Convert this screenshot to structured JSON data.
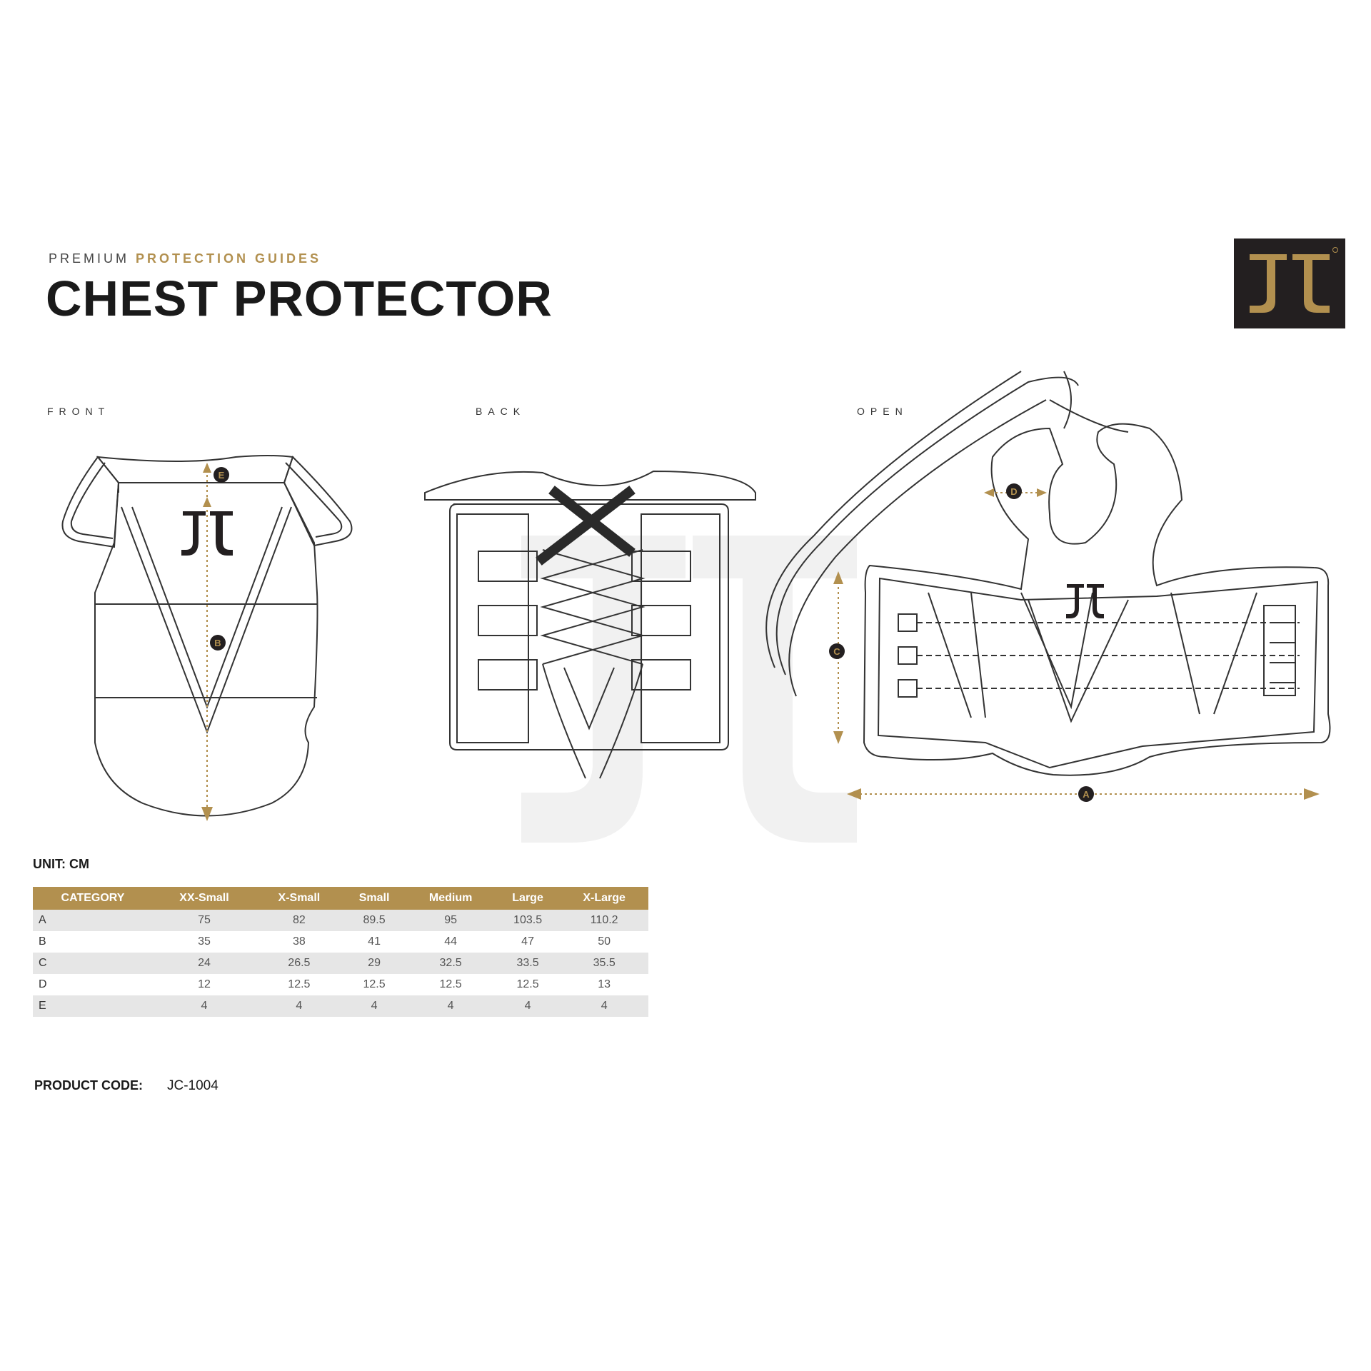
{
  "header": {
    "subtitle_prefix": "PREMIUM",
    "subtitle_highlight": "PROTECTION GUIDES",
    "title": "CHEST PROTECTOR"
  },
  "views": {
    "front": "FRONT",
    "back": "BACK",
    "open": "OPEN"
  },
  "markers": {
    "a": "A",
    "b": "B",
    "c": "C",
    "d": "D",
    "e": "E"
  },
  "colors": {
    "gold": "#b2904f",
    "dark": "#231f20",
    "row_shade": "#e6e6e6"
  },
  "unit_label": "UNIT: CM",
  "table": {
    "headers": [
      "CATEGORY",
      "XX-Small",
      "X-Small",
      "Small",
      "Medium",
      "Large",
      "X-Large"
    ],
    "rows": [
      [
        "A",
        "75",
        "82",
        "89.5",
        "95",
        "103.5",
        "110.2"
      ],
      [
        "B",
        "35",
        "38",
        "41",
        "44",
        "47",
        "50"
      ],
      [
        "C",
        "24",
        "26.5",
        "29",
        "32.5",
        "33.5",
        "35.5"
      ],
      [
        "D",
        "12",
        "12.5",
        "12.5",
        "12.5",
        "12.5",
        "13"
      ],
      [
        "E",
        "4",
        "4",
        "4",
        "4",
        "4",
        "4"
      ]
    ]
  },
  "product": {
    "label": "PRODUCT CODE:",
    "code": "JC-1004"
  }
}
